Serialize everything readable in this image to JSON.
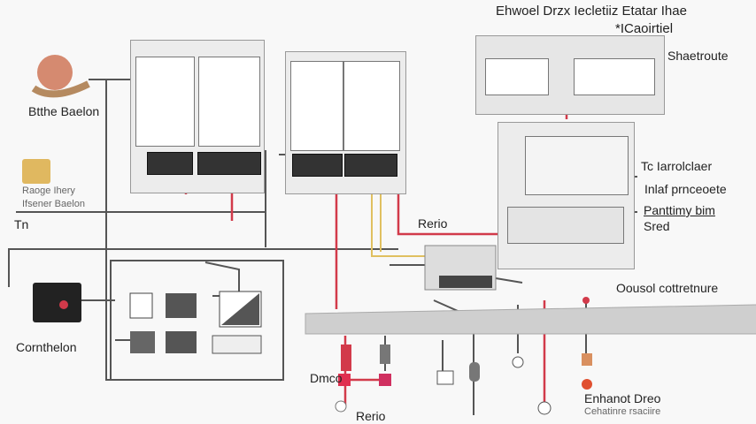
{
  "title": "Ehwoel Drzx Iecletiiz Etatar Ihae",
  "subtitle": "*ICaoirtiel",
  "labels": {
    "top_left_device": "Btthe Baelon",
    "small_device_line1": "Raoge Ihery",
    "small_device_line2": "Ifsener Baelon",
    "tn": "Tn",
    "power_unit": "Cornthelon",
    "shaetroute": "Shaetroute",
    "controller": "Tc Iarrolclaer",
    "inlaf": "Inlaf prnceoete",
    "panttimy": "Panttimy bim",
    "sred": "Sred",
    "rerio_mid": "Rerio",
    "rail": "Oousol cottretnure",
    "dmco": "Dmco",
    "rerio_bottom": "Rerio",
    "enhanot": "Enhanot Dreo",
    "enhanot_sub": "Cehatinre rsaciire"
  },
  "colors": {
    "wire_red": "#d23a4a",
    "wire_gray": "#555555",
    "wire_yellow": "#e0c060",
    "panel": "#ececec"
  }
}
